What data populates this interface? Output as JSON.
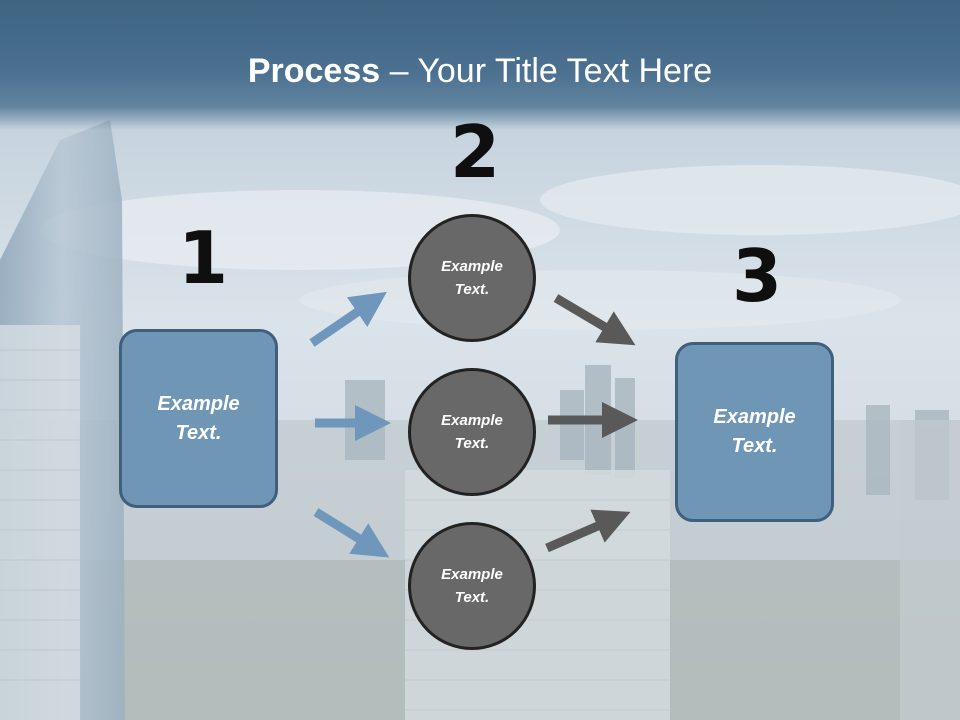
{
  "title": {
    "bold": "Process",
    "rest": " – Your Title Text Here"
  },
  "step_numbers": [
    "1",
    "2",
    "3"
  ],
  "start_box": {
    "line1": "Example",
    "line2": "Text."
  },
  "circles": [
    {
      "line1": "Example",
      "line2": "Text."
    },
    {
      "line1": "Example",
      "line2": "Text."
    },
    {
      "line1": "Example",
      "line2": "Text."
    }
  ],
  "end_box": {
    "line1": "Example",
    "line2": "Text."
  },
  "colors": {
    "title_band": "#46698a",
    "box_fill": "#7096b6",
    "box_border": "#3f5f7d",
    "circle_fill": "#686868",
    "blue_arrow": "#6f97bb",
    "gray_arrow": "#595959"
  }
}
